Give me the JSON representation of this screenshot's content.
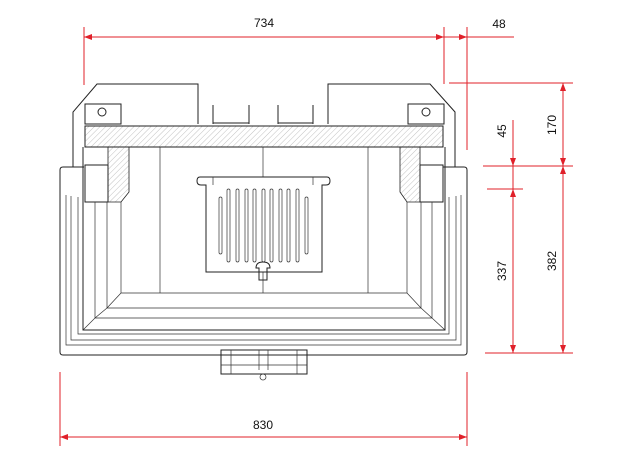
{
  "drawing": {
    "dimensions": {
      "width_inner": "734",
      "offset_right": "48",
      "height_top": "170",
      "height_slab": "45",
      "height_inner": "337",
      "height_body": "382",
      "width_total": "830"
    },
    "colors": {
      "dimension_line": "#e0202a",
      "outline": "#222222"
    }
  }
}
